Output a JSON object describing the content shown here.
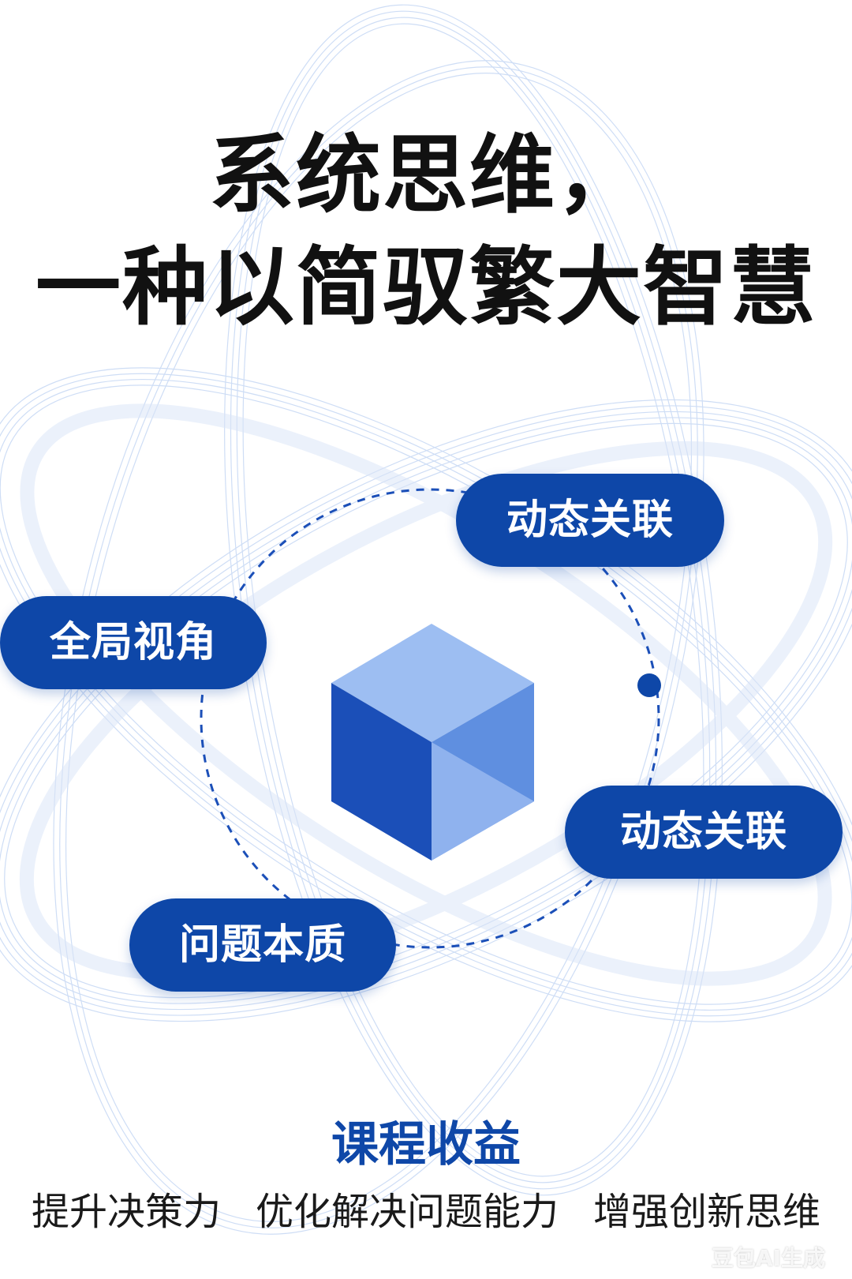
{
  "title": {
    "line1": "系统思维，",
    "line2": "一种以简驭繁大智慧"
  },
  "diagram": {
    "labels": {
      "top_right": "动态关联",
      "left": "全局视角",
      "right": "动态关联",
      "bottom_left": "问题本质"
    }
  },
  "benefits": {
    "heading": "课程收益",
    "items": [
      "提升决策力",
      "优化解决问题能力",
      "增强创新思维"
    ]
  },
  "watermark": "豆包AI生成",
  "colors": {
    "accent": "#0e47a8",
    "cube_dark": "#1b4fb8",
    "cube_mid": "#5f8fe0",
    "cube_light": "#9dbef2",
    "ring": "#c9daf5"
  }
}
